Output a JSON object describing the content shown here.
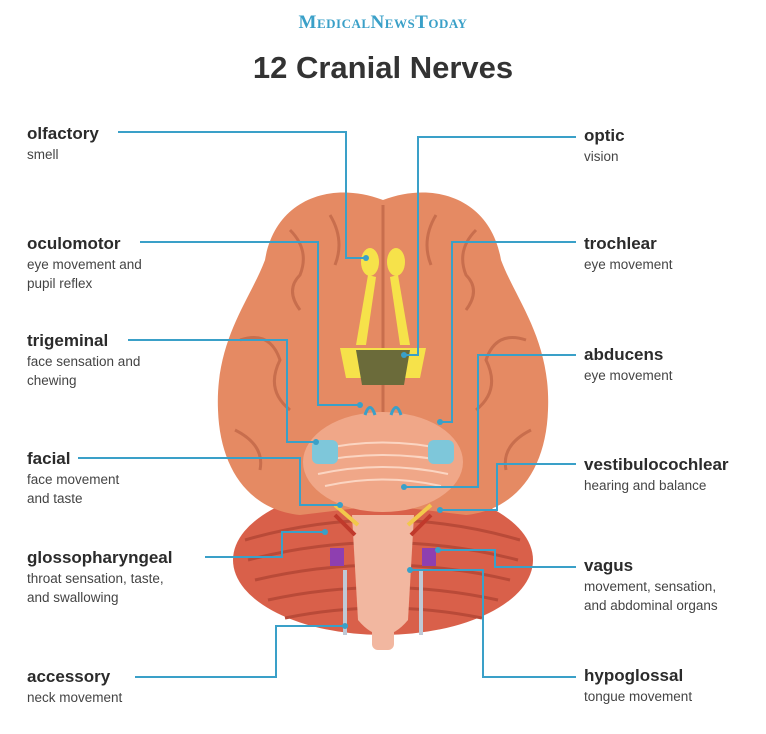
{
  "brand": "MedicalNewsToday",
  "title": "12 Cranial Nerves",
  "accent_color": "#3aa0c8",
  "nerves_left": [
    {
      "name": "olfactory",
      "desc": "smell"
    },
    {
      "name": "oculomotor",
      "desc": "eye movement and\npupil reflex"
    },
    {
      "name": "trigeminal",
      "desc": "face sensation and\nchewing"
    },
    {
      "name": "facial",
      "desc": "face movement\nand taste"
    },
    {
      "name": "glossopharyngeal",
      "desc": "throat sensation, taste,\nand swallowing"
    },
    {
      "name": "accessory",
      "desc": "neck movement"
    }
  ],
  "nerves_right": [
    {
      "name": "optic",
      "desc": "vision"
    },
    {
      "name": "trochlear",
      "desc": "eye movement"
    },
    {
      "name": "abducens",
      "desc": "eye movement"
    },
    {
      "name": "vestibulocochlear",
      "desc": "hearing and balance"
    },
    {
      "name": "vagus",
      "desc": "movement, sensation,\nand abdominal organs"
    },
    {
      "name": "hypoglossal",
      "desc": "tongue movement"
    }
  ]
}
